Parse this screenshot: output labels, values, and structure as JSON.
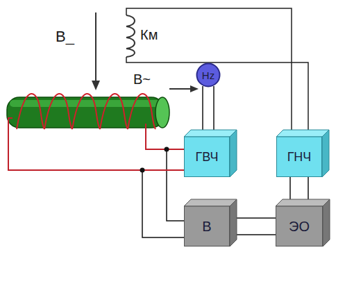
{
  "diagram": {
    "nodes": [
      {
        "text": [
          "Hz"
        ]
      },
      {
        "text": [
          "ГВЧ"
        ]
      },
      {
        "text": [
          "ГНЧ"
        ]
      },
      {
        "text": [
          "В"
        ]
      },
      {
        "text": [
          "ЭО"
        ]
      }
    ],
    "edges": [
      {
        "from": 0,
        "to": 1,
        "arrow": "none"
      },
      {
        "from": 0,
        "to": 1,
        "arrow": "none"
      },
      {
        "from": 1,
        "to": 3,
        "arrow": "none"
      },
      {
        "from": 1,
        "to": 3,
        "arrow": "none"
      },
      {
        "from": 2,
        "to": 4,
        "arrow": "none"
      },
      {
        "from": 2,
        "to": 4,
        "arrow": "none"
      },
      {
        "from": 3,
        "to": 4,
        "arrow": "none"
      },
      {
        "from": 3,
        "to": 4,
        "arrow": "none"
      }
    ],
    "labels": [
      "B_",
      "Км",
      "B~"
    ]
  }
}
